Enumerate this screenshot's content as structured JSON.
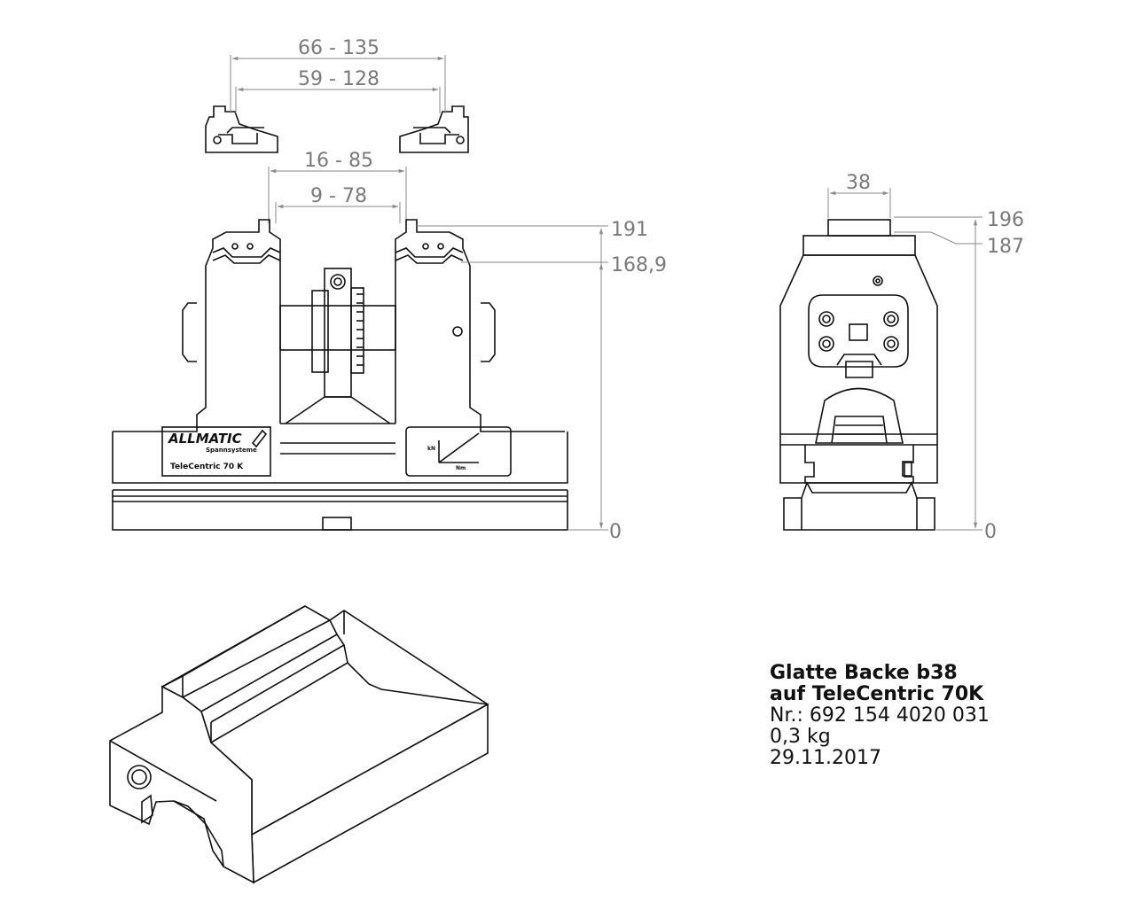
{
  "dimensions": {
    "outer_range_top": "66 - 135",
    "inner_range_top": "59 - 128",
    "outer_range_mid": "16 - 85",
    "inner_range_mid": "9 - 78",
    "height_191": "191",
    "height_168": "168,9",
    "height_zero_front": "0",
    "width_38": "38",
    "height_196": "196",
    "height_187": "187",
    "height_zero_side": "0"
  },
  "labels": {
    "brand": "ALLMATIC",
    "brand_sub": "Spannsysteme",
    "model": "TeleCentric 70 K",
    "graph_y": "kN",
    "graph_x": "Nm"
  },
  "title_block": {
    "line1": "Glatte Backe b38",
    "line2": "auf TeleCentric 70K",
    "line3": "Nr.: 692 154 4020 031",
    "line4": "0,3 kg",
    "line5": "29.11.2017"
  }
}
